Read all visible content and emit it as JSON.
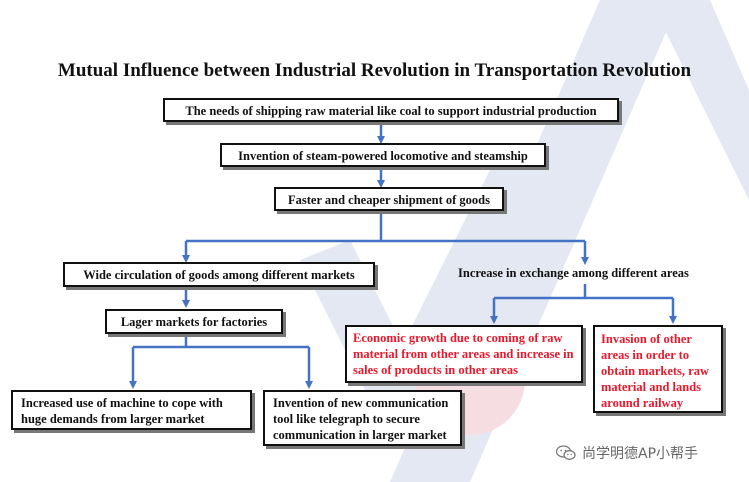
{
  "title": "Mutual Influence between Industrial Revolution in Transportation Revolution",
  "nodes": {
    "n1": "The needs of shipping raw material like coal to support industrial production",
    "n2": "Invention of steam-powered locomotive and steamship",
    "n3": "Faster and cheaper shipment of goods",
    "n4": "Wide circulation of goods among different markets",
    "n5": "Increase in exchange among different areas",
    "n6": "Lager markets for factories",
    "n7": "Economic growth due to coming of raw material from other areas and increase in sales of products in other areas",
    "n8": "Invasion of other areas in order to obtain markets, raw material and lands around railway",
    "n9": "Increased use of machine to cope with huge demands from larger market",
    "n10": "Invention of new communication tool like telegraph to secure communication in larger market"
  },
  "watermark": {
    "account_name": "尚学明德AP小帮手",
    "icon": "wechat-icon"
  },
  "colors": {
    "arrow": "#4472c4",
    "red_text": "#e8192c",
    "border": "#111111",
    "watermark": "#dde3f0"
  }
}
